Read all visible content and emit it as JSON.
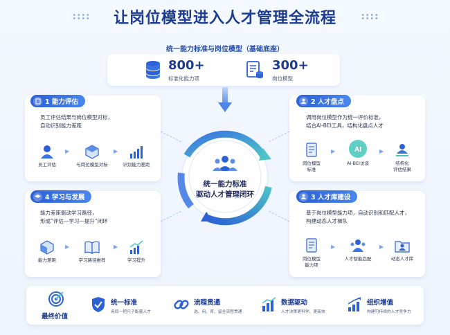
{
  "title": "让岗位模型进入人才管理全流程",
  "foundation": {
    "label": "统一能力标准与岗位模型（基础底座）",
    "stats": [
      {
        "value": "800+",
        "label": "标准化能力项"
      },
      {
        "value": "300+",
        "label": "岗位模型"
      }
    ]
  },
  "center": {
    "line1": "统一能力标准",
    "line2": "驱动人才管理闭环"
  },
  "panels": {
    "p1": {
      "title": "1 能力评估",
      "desc1": "员工评估结果与岗位模型对标，",
      "desc2": "自动识别能力差距",
      "steps": [
        "员工评估",
        "与岗位模型对标",
        "识别能力差距"
      ]
    },
    "p2": {
      "title": "2 人才盘点",
      "desc1": "调用岗位模型作为统一评价标准，",
      "desc2": "结合AI-BEI工具，结构化盘点人才",
      "steps": [
        "岗位模型|标准",
        "AI-BEI访谈",
        "结构化|评估结果"
      ],
      "ai_badge": "AI"
    },
    "p3": {
      "title": "3 人才库建设",
      "desc1": "基于岗位模型能力项，自动识别和匹配人才，",
      "desc2": "构建动态人才梯队",
      "steps": [
        "岗位模型|能力项",
        "人才智能匹配",
        "动态人才库"
      ]
    },
    "p4": {
      "title": "4 学习与发展",
      "desc1": "能力差距驱动学习路径，",
      "desc2": "形成“评估—学习—提升”闭环",
      "steps": [
        "能力差距",
        "学习路径推荐",
        "学习提升"
      ]
    }
  },
  "bottom": {
    "label": "最终价值",
    "items": [
      {
        "title": "统一标准",
        "desc": "用同一把尺子衡量人才"
      },
      {
        "title": "流程贯通",
        "desc": "选、用、育、留全流程贯通"
      },
      {
        "title": "数据驱动",
        "desc": "人才决策更科学、更高效"
      },
      {
        "title": "组织增值",
        "desc": "构建可持续的人才竞争力"
      }
    ]
  },
  "colors": {
    "primary": "#2d61d6",
    "dark": "#1d3c8f",
    "ring": "#3fa9d8",
    "teal": "#4cc3c7"
  }
}
